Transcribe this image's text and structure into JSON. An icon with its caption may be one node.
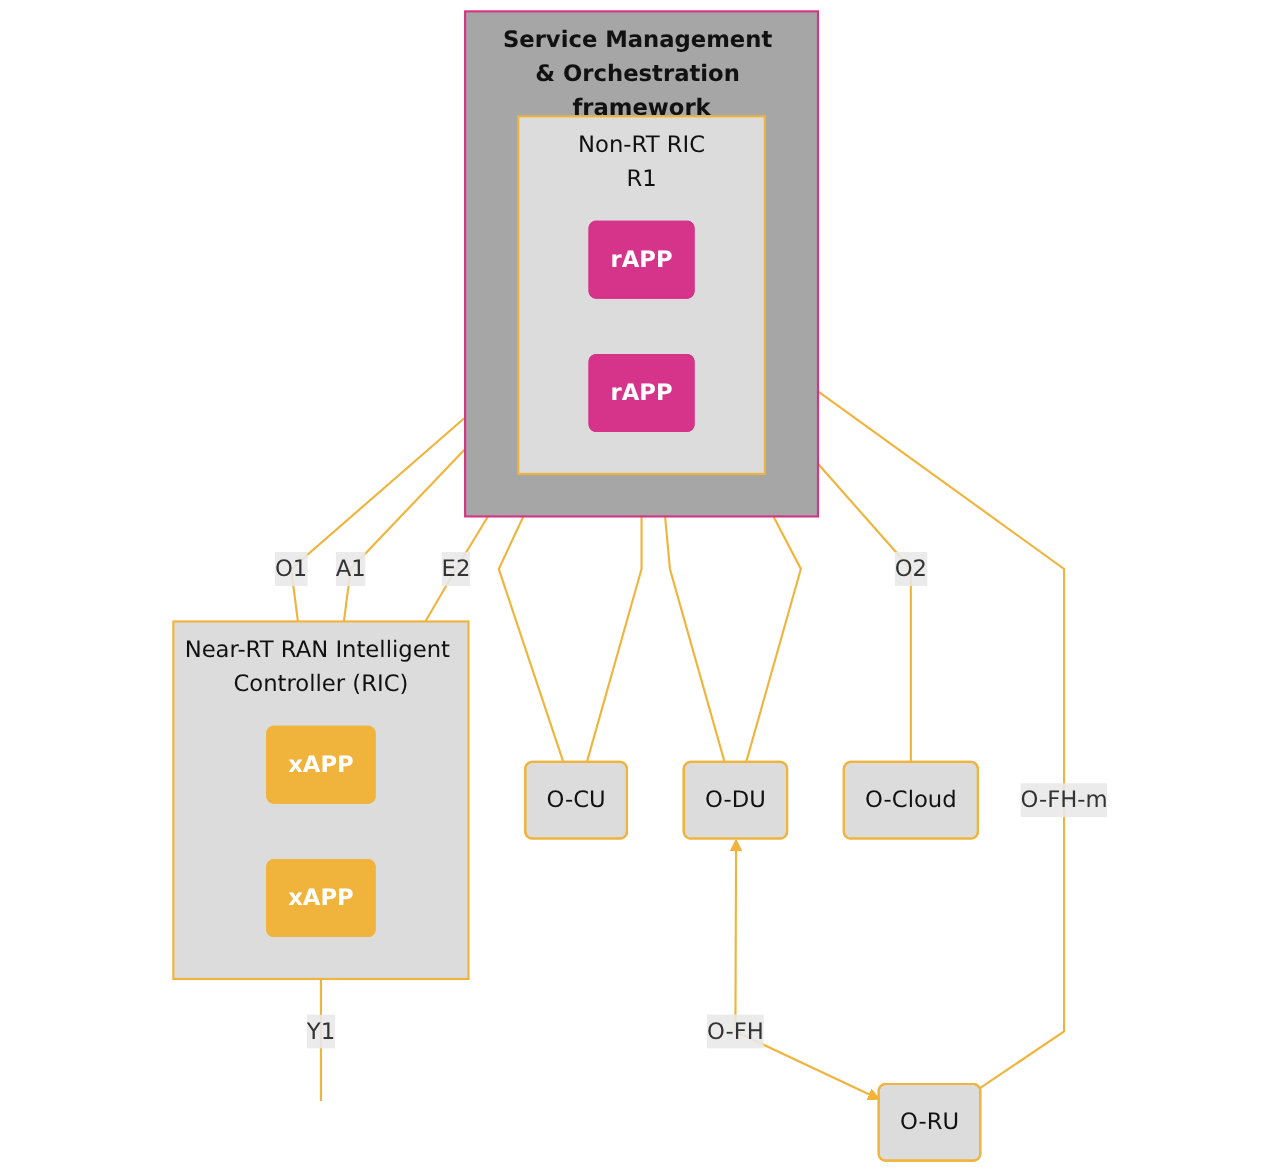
{
  "diagram": {
    "nodes": [
      {
        "text": [
          "Service Management & Orchestration framework"
        ]
      },
      {
        "text": [
          "Non-RT RIC",
          "R1"
        ],
        "in": 0
      },
      {
        "text": [
          "rAPP"
        ],
        "in": 1
      },
      {
        "text": [
          "rAPP"
        ],
        "in": 1
      },
      {
        "text": [
          "Near-RT RAN Intelligent Controller (RIC)"
        ]
      },
      {
        "text": [
          "xAPP"
        ],
        "in": 4
      },
      {
        "text": [
          "xAPP"
        ],
        "in": 4
      },
      {
        "text": [
          "O-CU"
        ]
      },
      {
        "text": [
          "O-DU"
        ]
      },
      {
        "text": [
          "O-RU"
        ]
      },
      {
        "text": [
          "O-Cloud"
        ]
      }
    ],
    "edges": [
      {
        "from": 0,
        "to": 10,
        "arrow": "none",
        "label": "O2"
      },
      {
        "from": 0,
        "to": 4,
        "arrow": "none",
        "label": "O1"
      },
      {
        "from": 0,
        "to": 7,
        "arrow": "none"
      },
      {
        "from": 0,
        "to": 8,
        "arrow": "none"
      },
      {
        "from": 0,
        "to": 4,
        "arrow": "none",
        "label": "A1"
      },
      {
        "from": 0,
        "to": 4,
        "arrow": "none",
        "label": "E2"
      },
      {
        "from": 0,
        "to": 7,
        "arrow": "none"
      },
      {
        "from": 0,
        "to": 8,
        "arrow": "none"
      },
      {
        "from": 0,
        "to": 9,
        "arrow": "none",
        "label": "O-FH-m"
      },
      {
        "from": 4,
        "to": null,
        "arrow": "none",
        "label": "Y1"
      },
      {
        "from": 8,
        "to": 9,
        "arrow": "both",
        "label": "O-FH"
      }
    ]
  }
}
